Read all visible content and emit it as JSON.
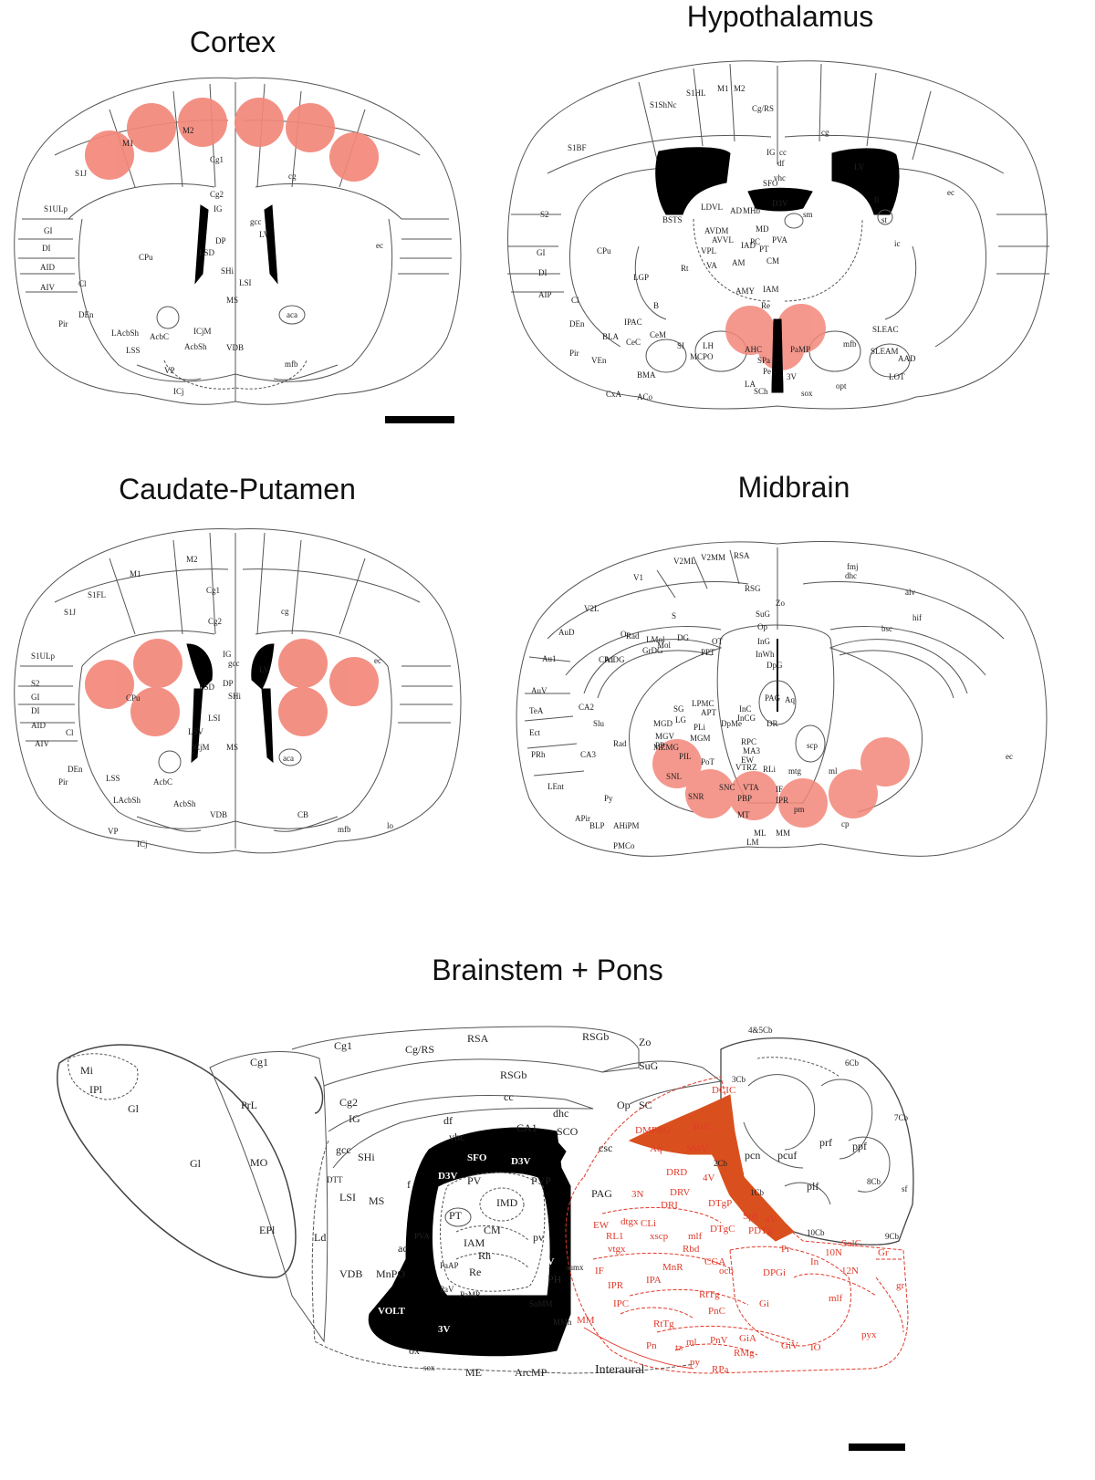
{
  "titles": {
    "cortex": "Cortex",
    "hypothalamus": "Hypothalamus",
    "caudate": "Caudate-Putamen",
    "midbrain": "Midbrain",
    "brainstem": "Brainstem + Pons"
  },
  "colors": {
    "highlight": "#f3877a",
    "brainstem_red": "#e03a2a",
    "brainstem_fill": "#d9501e",
    "line": "#555555",
    "ventricle": "#000000"
  },
  "cortex_labels": [
    "M1",
    "M2",
    "Cg1",
    "Cg2",
    "S1J",
    "S1ULp",
    "GI",
    "DI",
    "AID",
    "AIV",
    "CPu",
    "Cl",
    "DEn",
    "Pir",
    "LAcbSh",
    "LSS",
    "AcbC",
    "AcbSh",
    "VP",
    "ICj",
    "ICjM",
    "VDB",
    "MS",
    "LSI",
    "SHi",
    "LSD",
    "DP",
    "IG",
    "gcc",
    "LV",
    "cg",
    "ec",
    "aca",
    "mfb"
  ],
  "hypothalamus_labels": [
    "S1HL",
    "M1",
    "M2",
    "Cg/RS",
    "S1ShNc",
    "S1BF",
    "S2",
    "GI",
    "DI",
    "AIP",
    "Cl",
    "DEn",
    "Pir",
    "VEn",
    "CPu",
    "LGP",
    "B",
    "IPAC",
    "BLA",
    "CeC",
    "CeM",
    "SI",
    "LH",
    "MCPO",
    "BMA",
    "CxA",
    "ACo",
    "BSTS",
    "LDVL",
    "AD",
    "MHb",
    "AVDM",
    "AVVL",
    "VPL",
    "VA",
    "Rt",
    "AM",
    "MD",
    "PC",
    "PVA",
    "IAD",
    "PT",
    "CM",
    "IAM",
    "AMY",
    "Re",
    "AHC",
    "PaMP",
    "SPa",
    "Pe",
    "3V",
    "SCh",
    "sox",
    "opt",
    "LA",
    "LV",
    "IG",
    "cc",
    "df",
    "vhc",
    "SFO",
    "D3V",
    "sm",
    "st",
    "ic",
    "fi",
    "ec",
    "SLEAC",
    "SLEAM",
    "AAD",
    "LOT",
    "mfb",
    "cg"
  ],
  "caudate_labels": [
    "M1",
    "M2",
    "Cg1",
    "Cg2",
    "S1FL",
    "S1J",
    "S1ULp",
    "S2",
    "GI",
    "DI",
    "AID",
    "AIV",
    "CPu",
    "Cl",
    "DEn",
    "Pir",
    "LSS",
    "LAcbSh",
    "AcbC",
    "AcbSh",
    "VP",
    "ICj",
    "ICjM",
    "VDB",
    "MS",
    "LSI",
    "LSV",
    "LSD",
    "SHi",
    "DP",
    "IG",
    "gcc",
    "LV",
    "cg",
    "ec",
    "aca",
    "CB",
    "mfb",
    "lo"
  ],
  "midbrain_labels": [
    "V1",
    "V2ML",
    "V2MM",
    "RSA",
    "RSG",
    "V2L",
    "S",
    "AuD",
    "Au1",
    "AuV",
    "TeA",
    "Ect",
    "PRh",
    "LEnt",
    "CA1",
    "CA2",
    "CA3",
    "PoDG",
    "GrDG",
    "LMol",
    "Mol",
    "DG",
    "OT",
    "PPT",
    "APT",
    "LPMC",
    "MGD",
    "MGV",
    "MGM",
    "MZMG",
    "LG",
    "PLi",
    "PIL",
    "PoT",
    "SG",
    "Op",
    "InG",
    "InWh",
    "DpG",
    "PAG",
    "Aq",
    "DpMe",
    "DR",
    "InC",
    "InCG",
    "RPC",
    "MA3",
    "EW",
    "VTRZ",
    "RLi",
    "scp",
    "PP",
    "SNL",
    "SNC",
    "SNR",
    "VTA",
    "PBP",
    "IF",
    "IPR",
    "MT",
    "ML",
    "LM",
    "MM",
    "ml",
    "cp",
    "Slu",
    "Rad",
    "Py",
    "Or",
    "APir",
    "BLP",
    "AHiPM",
    "PMCo",
    "Zo",
    "SuG",
    "fmj",
    "dhc",
    "alv",
    "hif",
    "bsc",
    "ec",
    "Rad",
    "mtg",
    "pm"
  ],
  "brainstem_black_labels": [
    "Mi",
    "IPl",
    "Gl",
    "Gl",
    "Cg1",
    "PrL",
    "MO",
    "EPl",
    "Cg1",
    "Cg/RS",
    "RSA",
    "RSGb",
    "RSGb",
    "cc",
    "Cg2",
    "IG",
    "gcc",
    "SHi",
    "DTT",
    "LSI",
    "MS",
    "Ld",
    "VDB",
    "MnPO",
    "ac",
    "f",
    "df",
    "vhc",
    "CA1",
    "dhc",
    "SCO",
    "SFO",
    "D3V",
    "D3V",
    "PV",
    "PVP",
    "PT",
    "IMD",
    "CM",
    "IAM",
    "Rh",
    "PaAP",
    "Re",
    "PaV",
    "PaMP",
    "pv",
    "3V",
    "PVA",
    "sumx",
    "SuMM",
    "MMn",
    "PH",
    "VOLT",
    "3V",
    "ox",
    "sox",
    "ME",
    "ArcMP",
    "Interaural",
    "Zo",
    "SuG",
    "Op",
    "SC",
    "PAG",
    "csc",
    "4&5Cb",
    "3Cb",
    "6Cb",
    "pcn",
    "pcuf",
    "prf",
    "ppf",
    "7Cb",
    "8Cb",
    "plf",
    "sf",
    "1Cb",
    "10Cb",
    "9Cb",
    "2Cb"
  ],
  "brainstem_red_labels": [
    "DMPAG",
    "Aq",
    "RtIC",
    "DCIC",
    "SMV",
    "4V",
    "DRD",
    "3N",
    "DRV",
    "DRI",
    "DTgP",
    "EW",
    "RL1",
    "dtgx",
    "CLi",
    "xscp",
    "mlf",
    "Rbd",
    "DTgC",
    "Sph",
    "4V",
    "PDTg",
    "Pr",
    "vtgx",
    "MnR",
    "CGA",
    "ocb",
    "DPGi",
    "IF",
    "IPR",
    "IPA",
    "IPC",
    "RtTg",
    "PnC",
    "Gi",
    "MM",
    "RtTg",
    "ml",
    "PnV",
    "GiA",
    "GiV",
    "IO",
    "Pn",
    "tz",
    "py",
    "RMg",
    "RPa",
    "pyx",
    "In",
    "10N",
    "SolC",
    "12N",
    "Gr",
    "mlf",
    "gr"
  ]
}
